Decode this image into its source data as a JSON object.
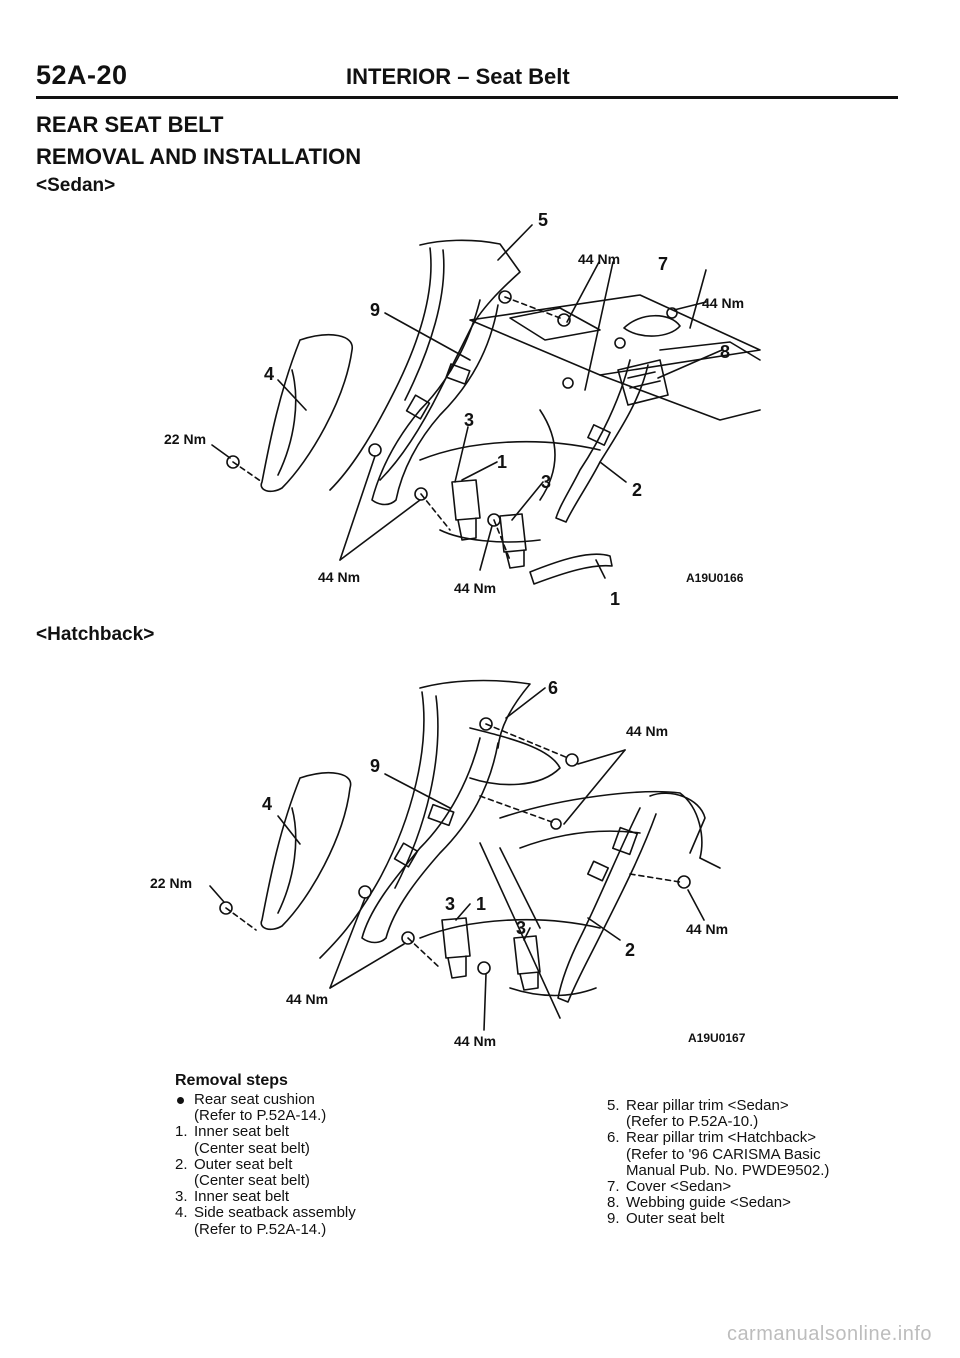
{
  "header": {
    "page_number": "52A-20",
    "section_title": "INTERIOR – Seat Belt"
  },
  "titles": {
    "main": "REAR SEAT BELT",
    "sub": "REMOVAL AND INSTALLATION"
  },
  "sedan": {
    "label": "<Sedan>",
    "figure_id": "A19U0166",
    "callouts": {
      "n5": "5",
      "n7": "7",
      "n8": "8",
      "n9": "9",
      "n4": "4",
      "n3a": "3",
      "n1a": "1",
      "n3b": "3",
      "n2": "2",
      "n1b": "1"
    },
    "torques": {
      "top": "44 Nm",
      "right": "44 Nm",
      "left": "22 Nm",
      "bottom_left": "44 Nm",
      "bottom_center": "44 Nm"
    }
  },
  "hatchback": {
    "label": "<Hatchback>",
    "figure_id": "A19U0167",
    "callouts": {
      "n6": "6",
      "n9": "9",
      "n4": "4",
      "n3a": "3",
      "n1": "1",
      "n3b": "3",
      "n2": "2"
    },
    "torques": {
      "top": "44 Nm",
      "right": "44 Nm",
      "left": "22 Nm",
      "bottom_left": "44 Nm",
      "bottom_center": "44 Nm"
    }
  },
  "removal_steps": {
    "title": "Removal steps",
    "left_column": [
      {
        "marker": "bullet",
        "lines": [
          "Rear seat cushion",
          "(Refer to P.52A-14.)"
        ]
      },
      {
        "marker": "1.",
        "lines": [
          "Inner seat belt",
          "(Center seat belt)"
        ]
      },
      {
        "marker": "2.",
        "lines": [
          "Outer seat belt",
          "(Center seat belt)"
        ]
      },
      {
        "marker": "3.",
        "lines": [
          "Inner seat belt"
        ]
      },
      {
        "marker": "4.",
        "lines": [
          "Side seatback assembly",
          "(Refer to P.52A-14.)"
        ]
      }
    ],
    "right_column": [
      {
        "marker": "5.",
        "lines": [
          "Rear pillar trim <Sedan>",
          "(Refer to P.52A-10.)"
        ]
      },
      {
        "marker": "6.",
        "lines": [
          "Rear pillar trim <Hatchback>",
          "(Refer to '96 CARISMA Basic",
          "Manual Pub. No. PWDE9502.)"
        ]
      },
      {
        "marker": "7.",
        "lines": [
          "Cover <Sedan>"
        ]
      },
      {
        "marker": "8.",
        "lines": [
          "Webbing guide <Sedan>"
        ]
      },
      {
        "marker": "9.",
        "lines": [
          "Outer seat belt"
        ]
      }
    ]
  },
  "watermark": "carmanualsonline.info"
}
